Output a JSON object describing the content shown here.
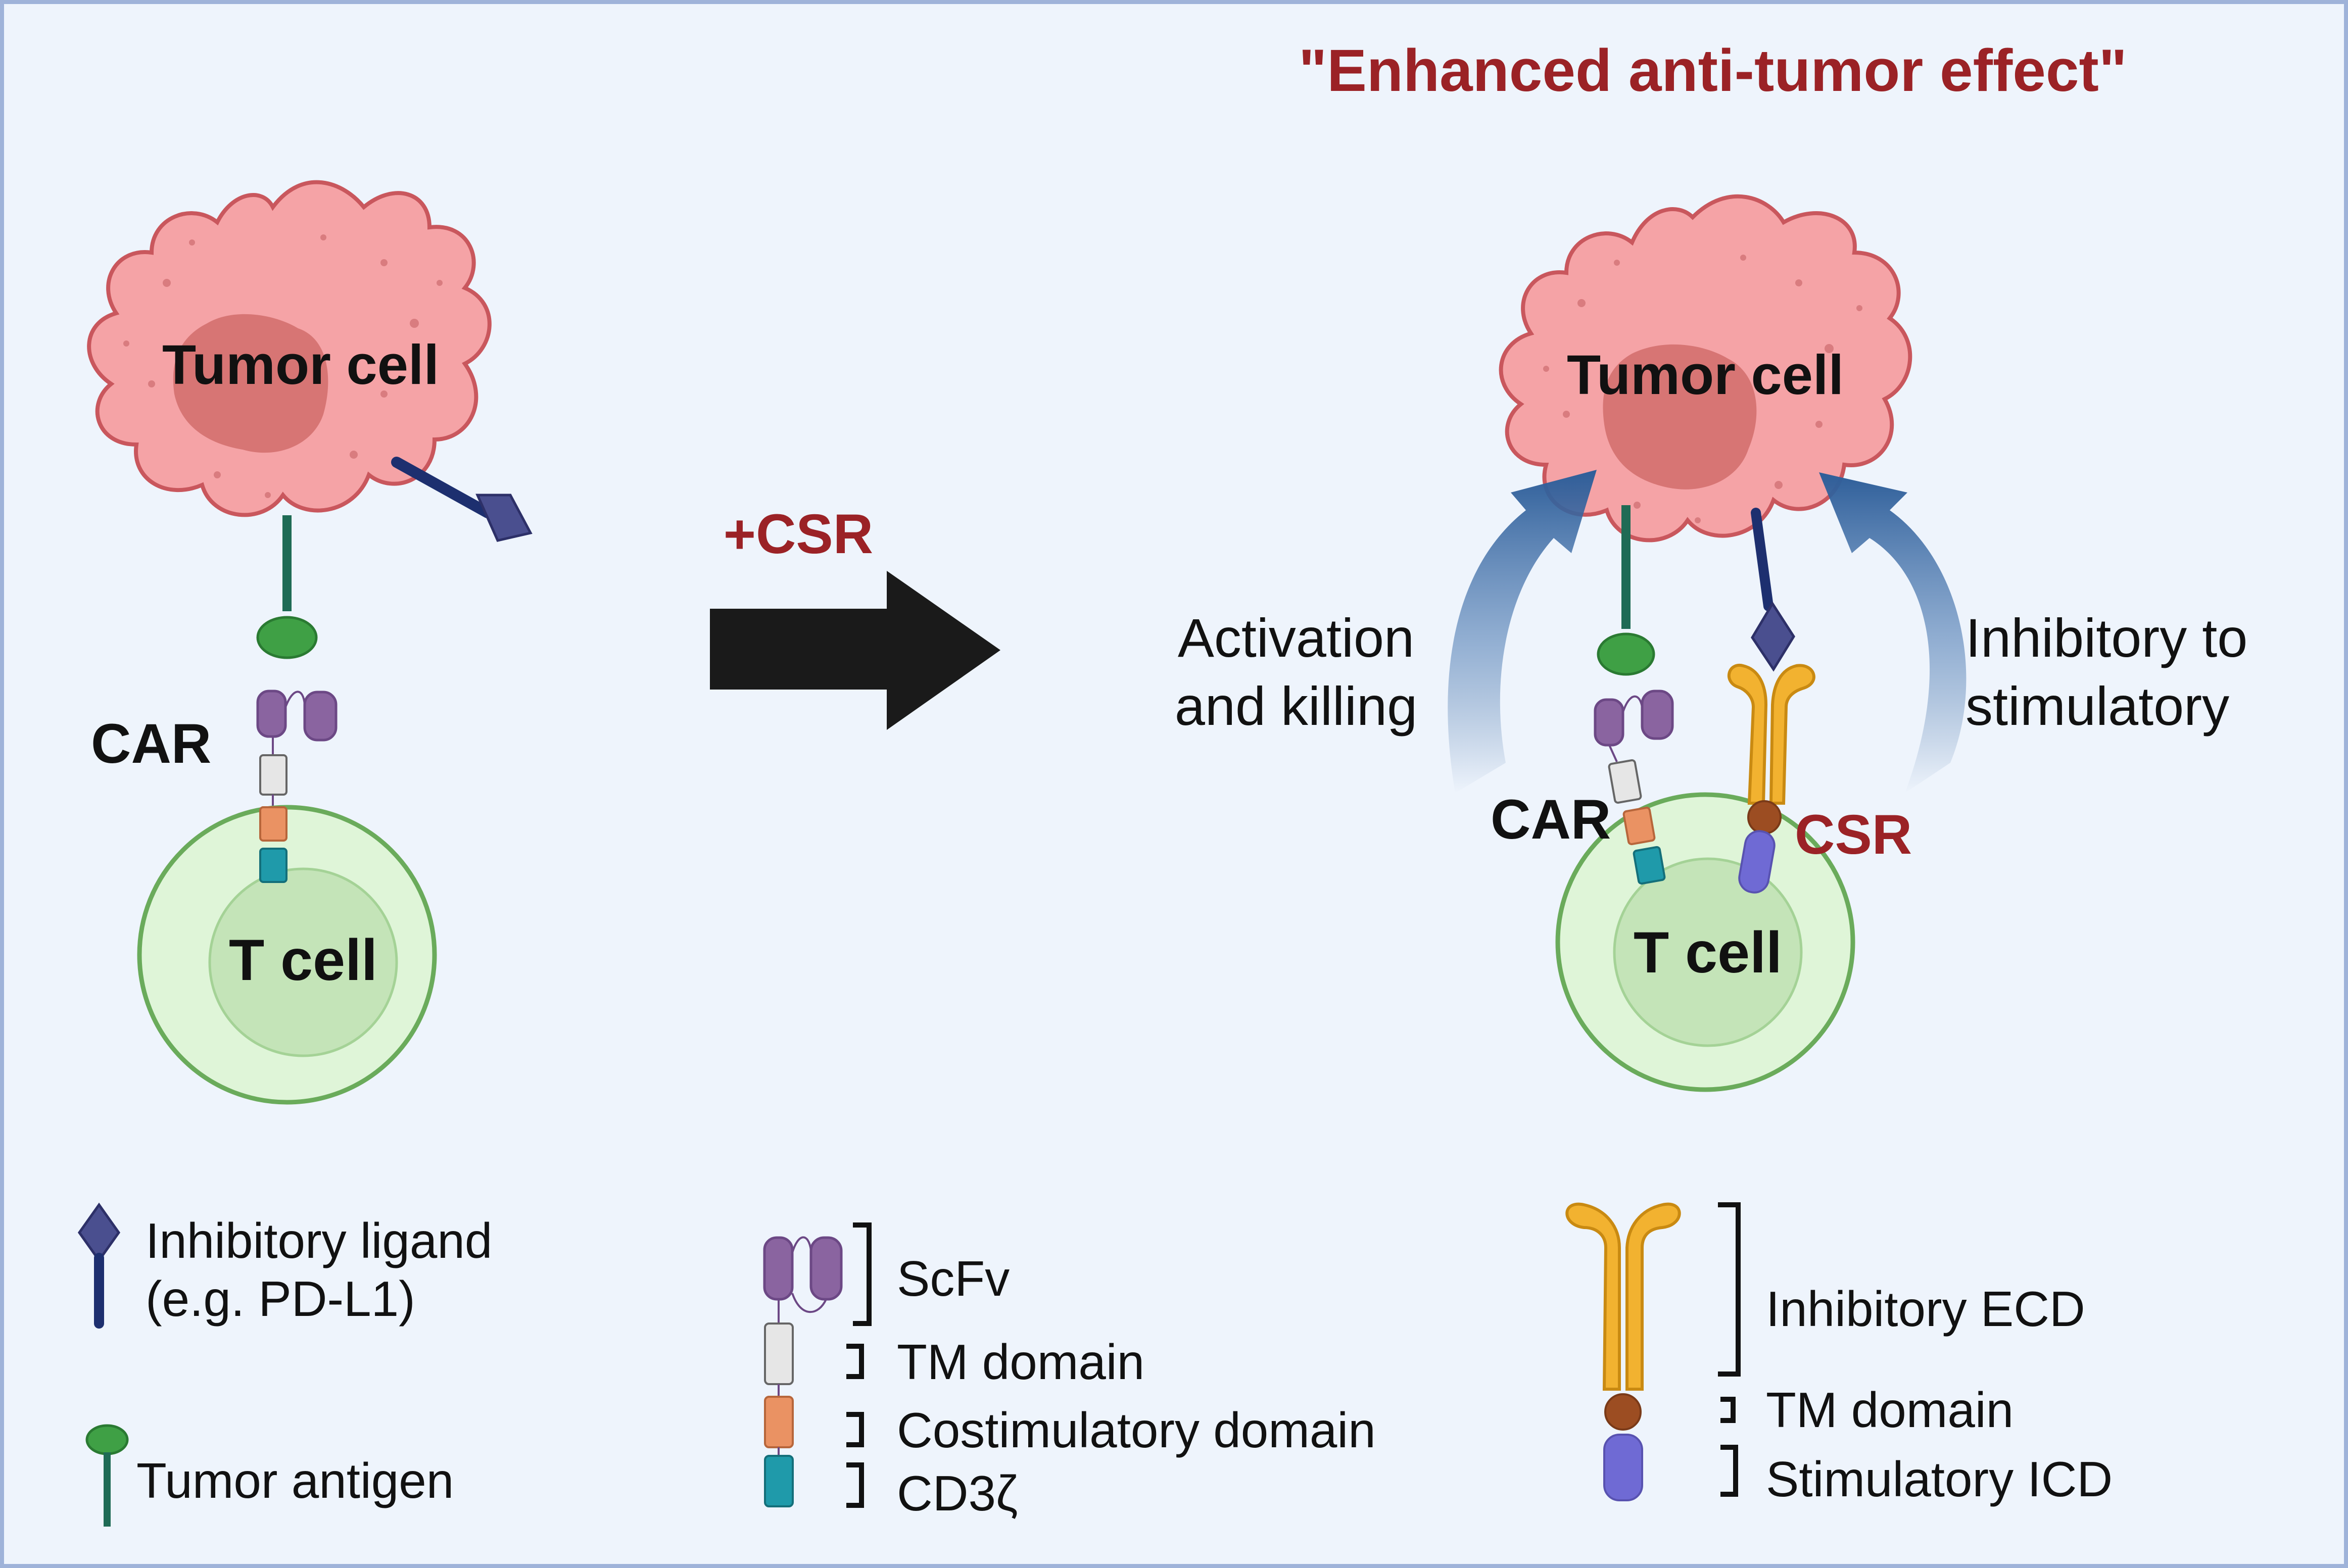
{
  "header": {
    "title": "\"Enhanced anti-tumor effect\""
  },
  "left_panel": {
    "tumor_label": "Tumor cell",
    "car_label": "CAR",
    "tcell_label": "T cell"
  },
  "transition": {
    "label": "+CSR"
  },
  "right_panel": {
    "tumor_label": "Tumor cell",
    "car_label": "CAR",
    "csr_label": "CSR",
    "tcell_label": "T cell",
    "activation_line1": "Activation",
    "activation_line2": "and killing",
    "inhibitory_line1": "Inhibitory to",
    "inhibitory_line2": "stimulatory"
  },
  "legend": {
    "ligand_line1": "Inhibitory ligand",
    "ligand_line2": "(e.g. PD-L1)",
    "antigen": "Tumor antigen",
    "scfv": "ScFv",
    "tm_domain": "TM domain",
    "costim": "Costimulatory domain",
    "cd3z": "CD3ζ",
    "inhibitory_ecd": "Inhibitory ECD",
    "csr_tm_domain": "TM domain",
    "stimulatory_icd": "Stimulatory ICD"
  },
  "colors": {
    "background": "#eef4fc",
    "border": "#9fb3d9",
    "tumor_fill": "#f5a3a6",
    "tumor_stroke": "#c9575d",
    "nucleus": "#d4706f",
    "tcell_fill": "#dff5d8",
    "tcell_stroke": "#6aab5b",
    "tcell_nucleus": "#c4e4b8",
    "antigen_stem": "#1f6b55",
    "antigen_head": "#3fa045",
    "ligand_stem": "#1d2f6f",
    "ligand_head": "#4a4f8f",
    "scfv": "#8a64a0",
    "tm": "#e6e6e6",
    "costim": "#ea9263",
    "cd3z": "#1f9aaa",
    "csr_ecd": "#f2b230",
    "csr_tm": "#9c4d22",
    "csr_icd": "#6f6ad4",
    "accent_red": "#9b2226",
    "arrow_blue": "#2e5e99"
  }
}
